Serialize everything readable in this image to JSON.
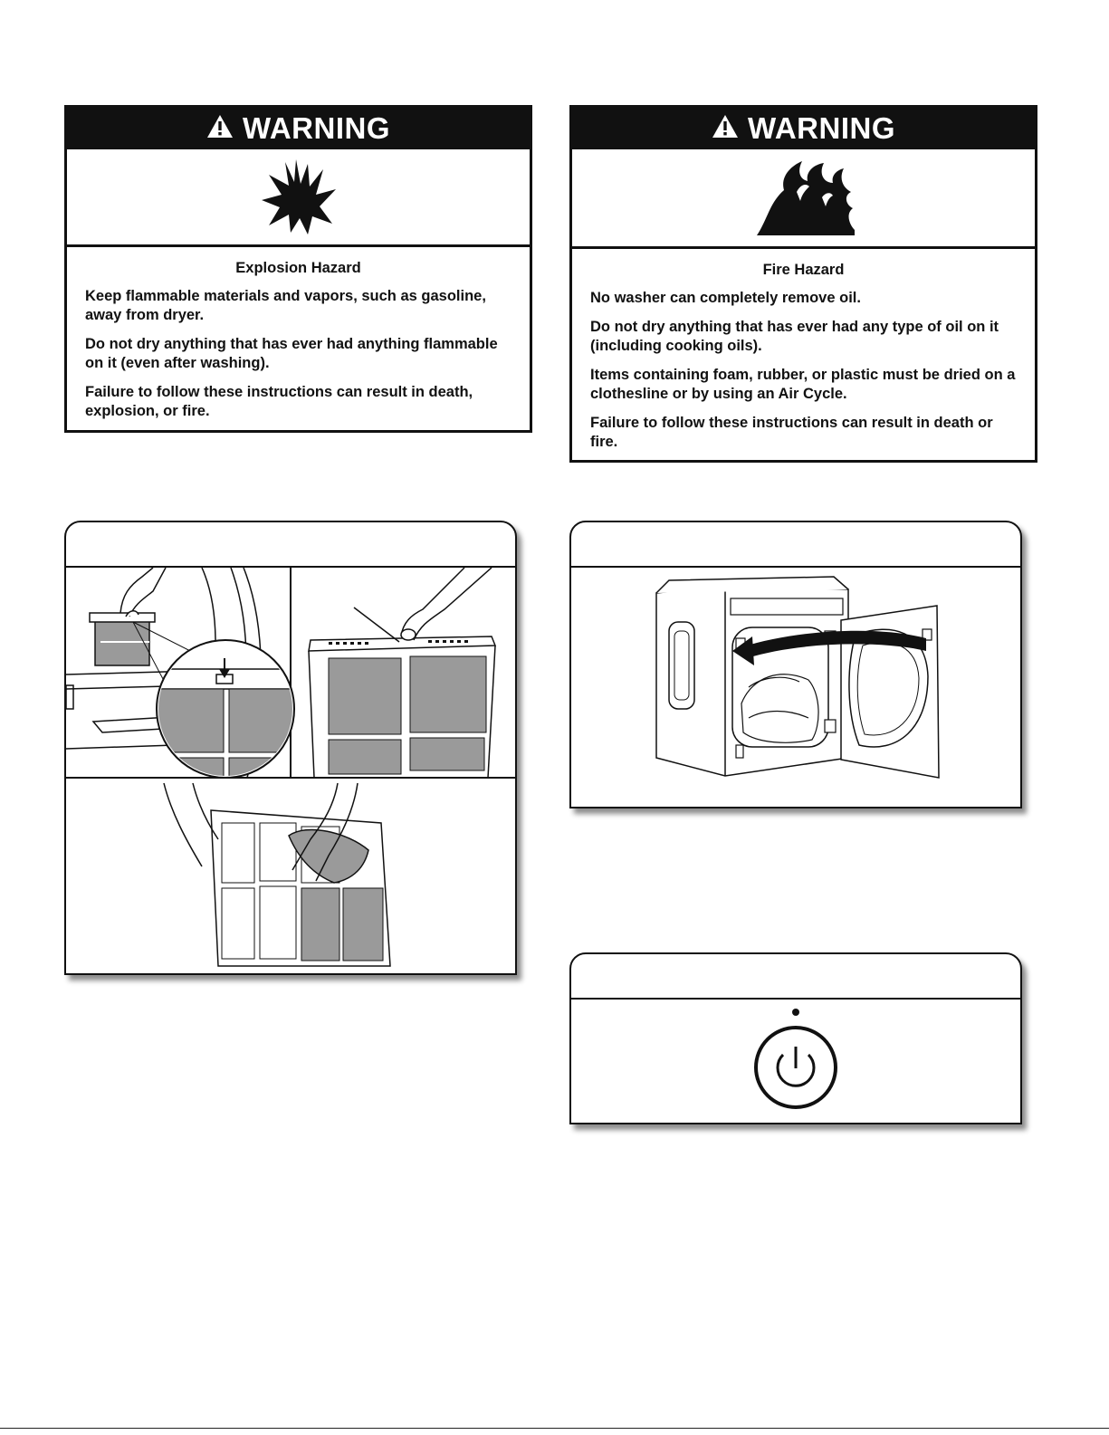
{
  "warnings": [
    {
      "header": "WARNING",
      "icon": "explosion-icon",
      "title": "Explosion Hazard",
      "paragraphs": [
        "Keep flammable materials and vapors, such as gasoline, away from dryer.",
        "Do not dry anything that has ever had anything flammable on it (even after washing).",
        "Failure to follow these instructions can result in death, explosion, or fire."
      ]
    },
    {
      "header": "WARNING",
      "icon": "fire-icon",
      "title": "Fire Hazard",
      "paragraphs": [
        "No washer can completely remove oil.",
        "Do not dry anything that has ever had any type of oil on it (including cooking oils).",
        "Items containing foam, rubber, or plastic must be dried on a clothesline or by using an Air Cycle.",
        "Failure to follow these instructions can result in death or fire."
      ]
    }
  ],
  "illustrations": {
    "lint_screen": "lint-screen-cleaning-illustration",
    "dryer_door": "dryer-door-illustration",
    "power_button": "power-button-icon"
  },
  "colors": {
    "ink": "#111111",
    "panel_gray": "#9a9a9a",
    "paper": "#ffffff"
  }
}
